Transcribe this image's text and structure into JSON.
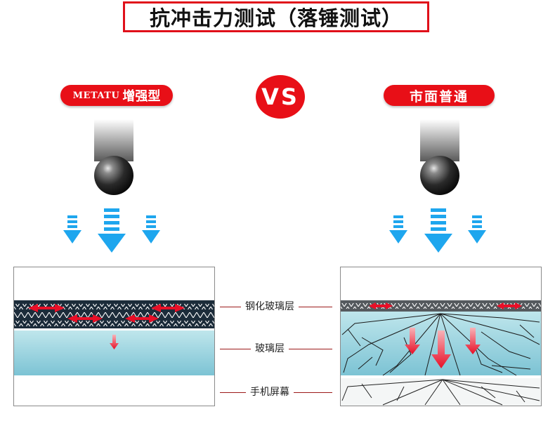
{
  "title": "抗冲击力测试（落锤测试）",
  "left": {
    "brand": "METATU",
    "name": "增强型"
  },
  "vs": "VS",
  "right": {
    "name": "市面普通"
  },
  "layers": [
    "钢化玻璃层",
    "玻璃层",
    "手机屏幕"
  ],
  "colors": {
    "accent": "#e80f17",
    "arrow_blue": "#1ea6ee",
    "glass": "#8ecfdc",
    "tempered": "#1c2c3a"
  }
}
